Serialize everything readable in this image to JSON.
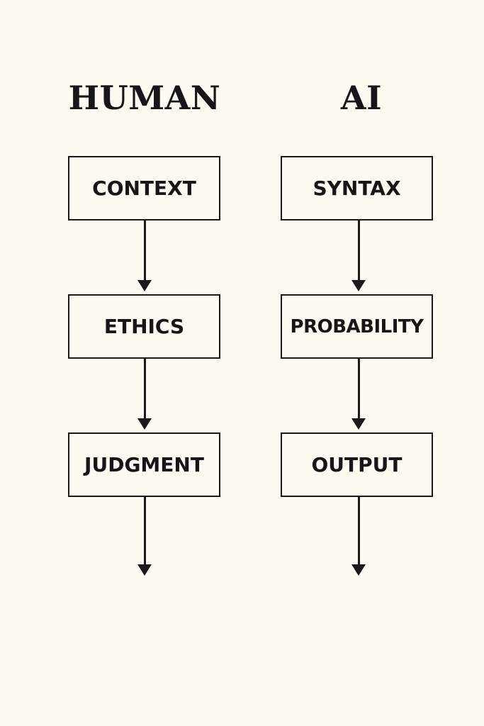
{
  "columns": {
    "human": {
      "title": "HUMAN",
      "steps": [
        "CONTEXT",
        "ETHICS",
        "JUDGMENT"
      ]
    },
    "ai": {
      "title": "AI",
      "steps": [
        "SYNTAX",
        "PROBABILITY",
        "OUTPUT"
      ]
    }
  },
  "colors": {
    "background": "#fdfaf2",
    "ink": "#1a1a1a"
  }
}
